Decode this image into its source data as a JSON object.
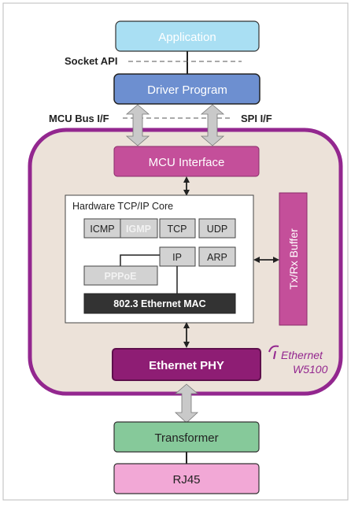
{
  "colors": {
    "application_fill": "#a9dff3",
    "application_stroke": "#222222",
    "driver_fill": "#6d8fd0",
    "mcu_if_fill": "#c44f9a",
    "tcpip_core_fill": "#ffffff",
    "protocol_fill": "#d2d2d2",
    "igmp_text": "#f2f2f2",
    "mac_fill": "#333333",
    "eth_phy_fill": "#8e1d74",
    "chip_fill": "#ece2d9",
    "chip_border": "#93278f",
    "buffer_fill": "#c44f9a",
    "transformer_fill": "#86c99a",
    "rj45_fill": "#f2a8d6",
    "arrow_fill": "#c9c9c9",
    "brand_color": "#93278f"
  },
  "application": {
    "label": "Application"
  },
  "socket_api": {
    "label": "Socket API"
  },
  "driver_program": {
    "label": "Driver Program"
  },
  "mcu_bus": {
    "label": "MCU Bus I/F"
  },
  "spi": {
    "label": "SPI I/F"
  },
  "mcu_interface": {
    "label": "MCU Interface"
  },
  "tcpip_core": {
    "title": "Hardware TCP/IP Core",
    "icmp": "ICMP",
    "igmp": "IGMP",
    "tcp": "TCP",
    "udp": "UDP",
    "ip": "IP",
    "arp": "ARP",
    "pppoe": "PPPoE",
    "mac": "802.3 Ethernet MAC"
  },
  "buffer": {
    "label": "Tx/Rx Buffer"
  },
  "ethernet_phy": {
    "label": "Ethernet PHY"
  },
  "brand": {
    "line1": "Ethernet",
    "line2": "W5100",
    "icon": "wiznet-logo-icon"
  },
  "transformer": {
    "label": "Transformer"
  },
  "rj45": {
    "label": "RJ45"
  }
}
